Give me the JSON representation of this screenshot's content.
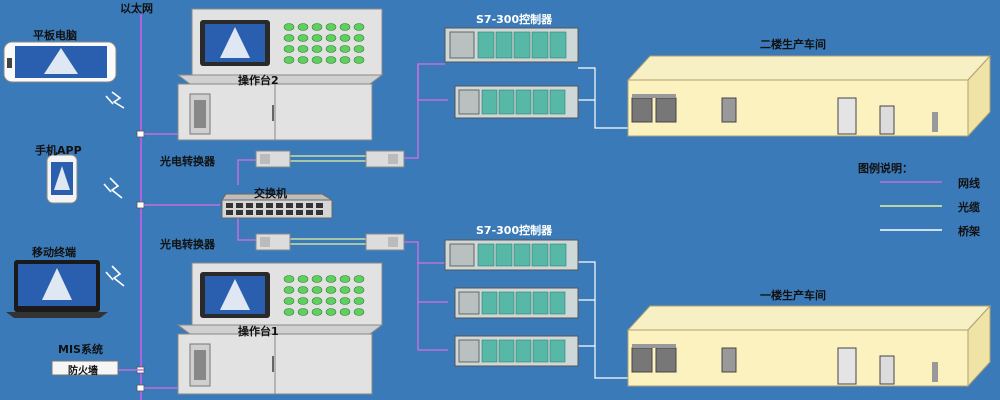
{
  "labels": {
    "ethernet": "以太网",
    "tablet": "平板电脑",
    "phone_app": "手机APP",
    "mobile_terminal": "移动终端",
    "mis": "MIS系统",
    "firewall": "防火墙",
    "console2": "操作台2",
    "console1": "操作台1",
    "converter_top": "光电转换器",
    "converter_bottom": "光电转换器",
    "switch": "交换机",
    "plc_top": "S7-300控制器",
    "plc_bottom": "S7-300控制器",
    "workshop2": "二楼生产车间",
    "workshop1": "一楼生产车间"
  },
  "legend": {
    "title": "图例说明：",
    "items": [
      {
        "label": "网线",
        "color": "#c070d8"
      },
      {
        "label": "光缆",
        "color": "#e6f29a"
      },
      {
        "label": "桥架",
        "color": "#ffffff"
      }
    ]
  },
  "colors": {
    "background": "#3a7ab8",
    "network_cable": "#b060e0",
    "fiber_cable": "#e6f29a",
    "bridge": "#ffffff",
    "console_body": "#e0e0e0",
    "plc_module": "#58b8a8",
    "workshop_wall": "#fbf2c0"
  }
}
